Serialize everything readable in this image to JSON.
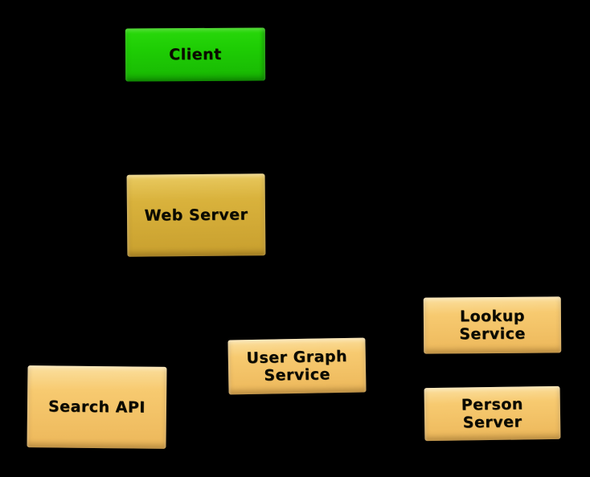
{
  "diagram": {
    "background_color": "#000000",
    "text_color": "#000000",
    "nodes": [
      {
        "id": "client",
        "label": "Client",
        "fill_color": "#1ecd04"
      },
      {
        "id": "web-server",
        "label": "Web Server",
        "fill_color": "#d9b23c"
      },
      {
        "id": "search-api",
        "label": "Search API",
        "fill_color": "#f7ca70"
      },
      {
        "id": "user-graph-service",
        "label": "User Graph\nService",
        "fill_color": "#f7ca70"
      },
      {
        "id": "lookup-service",
        "label": "Lookup\nService",
        "fill_color": "#f7ca70"
      },
      {
        "id": "person-server",
        "label": "Person\nServer",
        "fill_color": "#f7ca70"
      }
    ]
  }
}
